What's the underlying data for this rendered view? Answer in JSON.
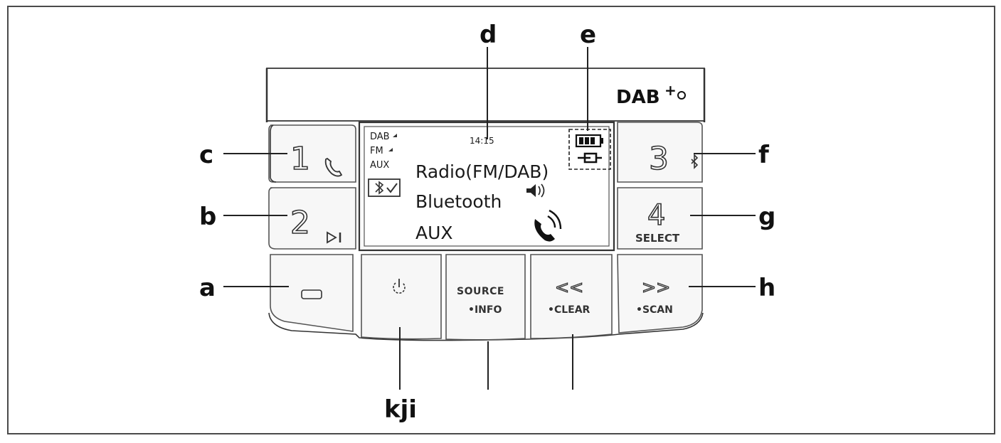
{
  "labels": {
    "a": "a",
    "b": "b",
    "c": "c",
    "d": "d",
    "e": "e",
    "f": "f",
    "g": "g",
    "h": "h",
    "kji": "kji"
  },
  "brand": {
    "logo_text": "DAB",
    "logo_plus": "+"
  },
  "keys": {
    "key1_digit": "1",
    "key2_digit": "2",
    "key3_digit": "3",
    "key4_digit": "4",
    "key4_sub": "SELECT",
    "source_label": "SOURCE",
    "info_label": "•INFO",
    "prev_glyph": "<<",
    "clear_label": "•CLEAR",
    "next_glyph": ">>",
    "scan_label": "•SCAN"
  },
  "display": {
    "time": "14:15",
    "band_dab": "DAB",
    "band_fm": "FM",
    "band_aux": "AUX",
    "line1": "Radio(FM/DAB)",
    "line2": "Bluetooth",
    "line3": "AUX"
  },
  "colors": {
    "ink": "#111111",
    "panel": "#f7f7f7",
    "frame": "#4a4a4a"
  }
}
